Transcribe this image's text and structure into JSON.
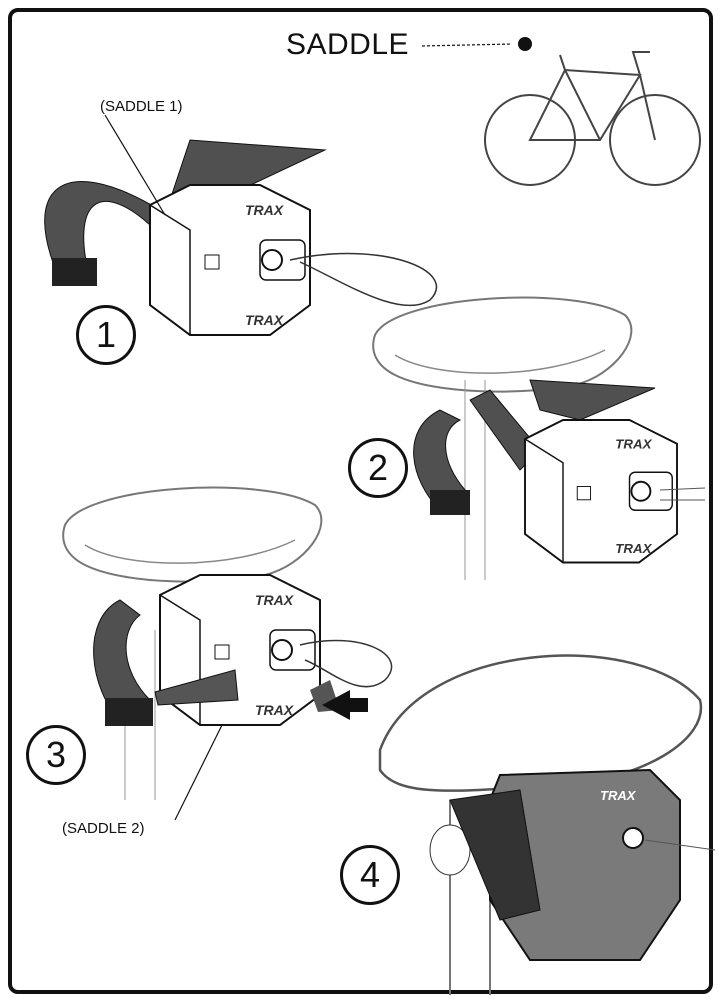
{
  "title": "SADDLE",
  "callouts": {
    "saddle_1": "(SADDLE 1)",
    "saddle_2": "(SADDLE 2)"
  },
  "steps": [
    "1",
    "2",
    "3",
    "4"
  ],
  "brand_logo": "TRAX",
  "colors": {
    "strap": "#505050",
    "outline": "#111111",
    "device": "#ffffff",
    "device_dark": "#6a6a6a"
  }
}
